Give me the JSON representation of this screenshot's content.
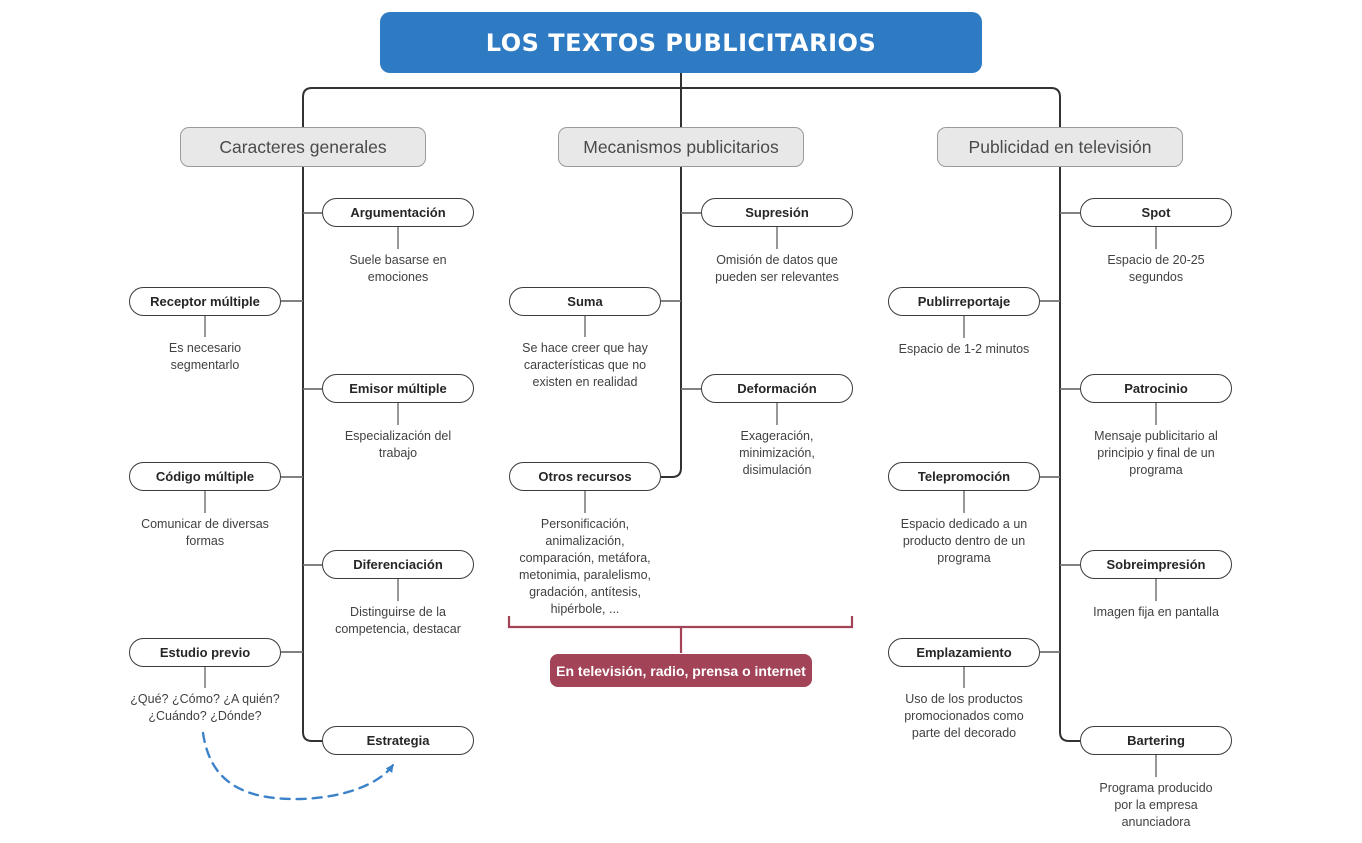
{
  "title": {
    "label": "LOS TEXTOS PUBLICITARIOS"
  },
  "colors": {
    "title_blue": "#2e7bc3",
    "header_gray": "#e8e8e8",
    "callout_maroon": "#a24358",
    "arrow_blue": "#3b82c8",
    "line_dark": "#323232"
  },
  "branches": [
    {
      "header": "Caracteres generales",
      "nodes": [
        {
          "label": "Argumentación",
          "desc": "Suele basarse en\nemociones"
        },
        {
          "label": "Receptor múltiple",
          "desc": "Es necesario\nsegmentarlo"
        },
        {
          "label": "Emisor múltiple",
          "desc": "Especialización del\ntrabajo"
        },
        {
          "label": "Código múltiple",
          "desc": "Comunicar de diversas\nformas"
        },
        {
          "label": "Diferenciación",
          "desc": "Distinguirse de la\ncompetencia, destacar"
        },
        {
          "label": "Estudio previo",
          "desc": "¿Qué? ¿Cómo? ¿A quién?\n¿Cuándo? ¿Dónde?"
        },
        {
          "label": "Estrategia",
          "desc": ""
        }
      ]
    },
    {
      "header": "Mecanismos publicitarios",
      "nodes": [
        {
          "label": "Supresión",
          "desc": "Omisión de datos que\npueden ser relevantes"
        },
        {
          "label": "Suma",
          "desc": "Se hace creer que hay\ncaracterísticas que no\nexisten en realidad"
        },
        {
          "label": "Deformación",
          "desc": "Exageración,\nminimización,\ndisimulación"
        },
        {
          "label": "Otros recursos",
          "desc": "Personificación,\nanimalización,\ncomparación, metáfora,\nmetonimia, paralelismo,\ngradación, antítesis,\nhipérbole, ..."
        }
      ],
      "footer": "En televisión, radio, prensa o internet"
    },
    {
      "header": "Publicidad en televisión",
      "nodes": [
        {
          "label": "Spot",
          "desc": "Espacio de 20-25\nsegundos"
        },
        {
          "label": "Publirreportaje",
          "desc": "Espacio de 1-2 minutos"
        },
        {
          "label": "Patrocinio",
          "desc": "Mensaje publicitario al\nprincipio y final de un\nprograma"
        },
        {
          "label": "Telepromoción",
          "desc": "Espacio dedicado a un\nproducto dentro de un\nprograma"
        },
        {
          "label": "Sobreimpresión",
          "desc": "Imagen fija en pantalla"
        },
        {
          "label": "Emplazamiento",
          "desc": "Uso de los productos\npromocionados como\nparte del decorado"
        },
        {
          "label": "Bartering",
          "desc": "Programa producido\npor la empresa\nanunciadora"
        }
      ]
    }
  ]
}
